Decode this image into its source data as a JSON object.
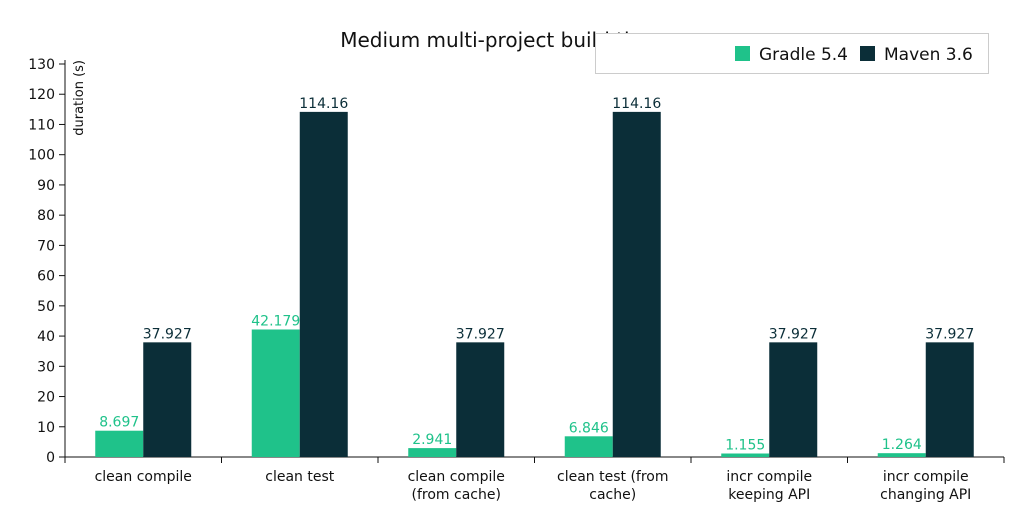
{
  "chart_data": {
    "type": "bar",
    "title": "Medium multi-project build times",
    "ylabel": "duration (s)",
    "xlabel": "",
    "ylim": [
      0,
      130
    ],
    "yticks": [
      0,
      10,
      20,
      30,
      40,
      50,
      60,
      70,
      80,
      90,
      100,
      110,
      120,
      130
    ],
    "grid": false,
    "legend_position": "top-right",
    "categories": [
      [
        "clean compile"
      ],
      [
        "clean test"
      ],
      [
        "clean compile",
        "(from cache)"
      ],
      [
        "clean test (from",
        "cache)"
      ],
      [
        "incr compile",
        "keeping API"
      ],
      [
        "incr compile",
        "changing API"
      ]
    ],
    "series": [
      {
        "name": "Gradle 5.4",
        "color": "#1fc28a",
        "label_color": "#1fc28a",
        "values": [
          8.697,
          42.179,
          2.941,
          6.846,
          1.155,
          1.264
        ],
        "labels": [
          "8.697",
          "42.179",
          "2.941",
          "6.846",
          "1.155",
          "1.264"
        ]
      },
      {
        "name": "Maven 3.6",
        "color": "#0b2e38",
        "label_color": "#0b2e38",
        "values": [
          37.927,
          114.16,
          37.927,
          114.16,
          37.927,
          37.927
        ],
        "labels": [
          "37.927",
          "114.16",
          "37.927",
          "114.16",
          "37.927",
          "37.927"
        ]
      }
    ]
  }
}
